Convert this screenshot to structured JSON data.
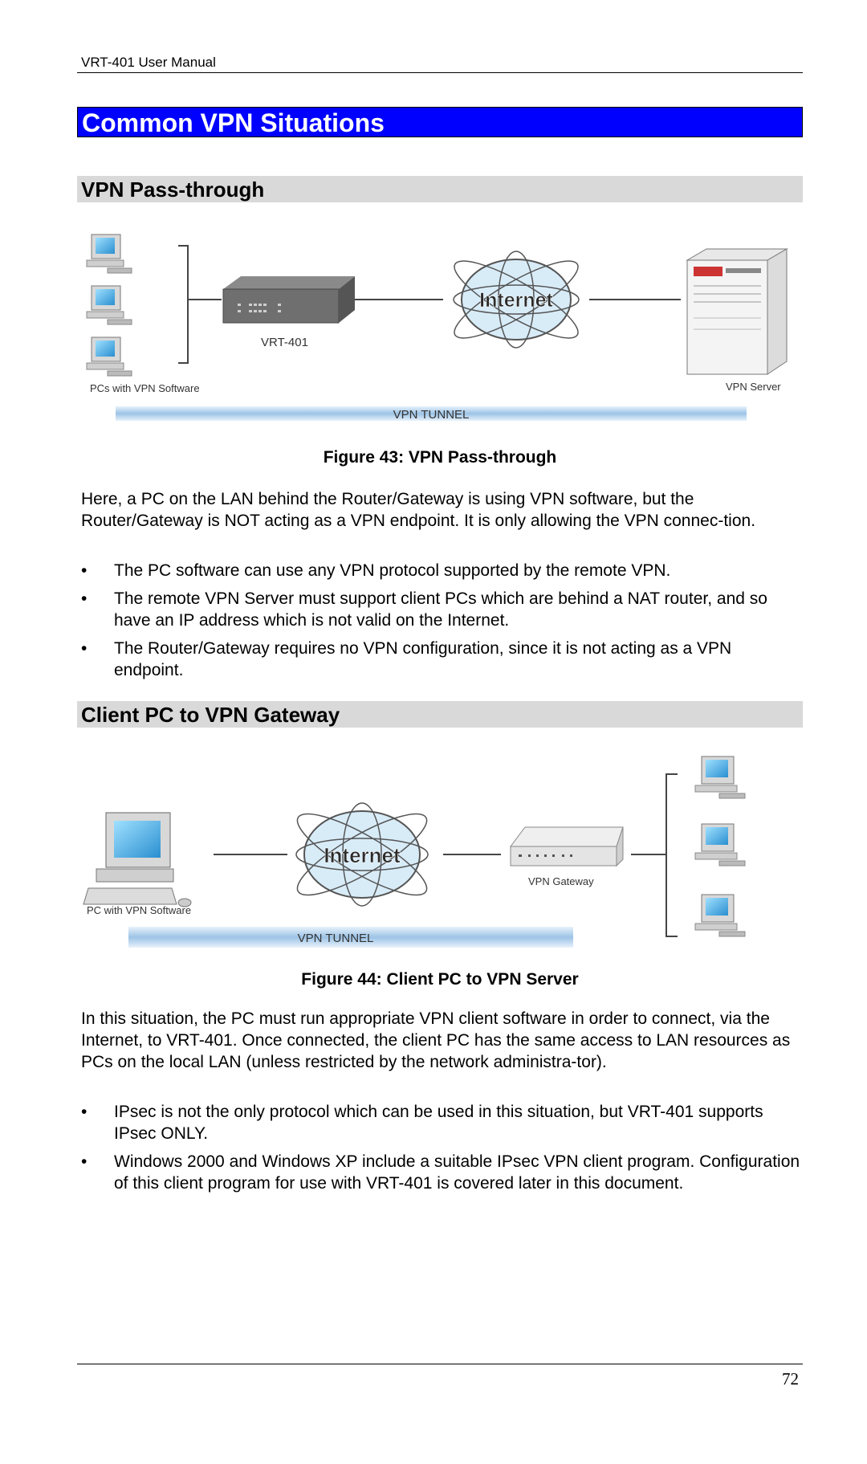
{
  "header": {
    "title": "VRT-401 User Manual"
  },
  "section": {
    "title": "Common VPN Situations"
  },
  "passthrough": {
    "heading": "VPN Pass-through",
    "figure": {
      "pcs_label": "PCs with VPN Software",
      "router_label": "VRT-401",
      "internet_label": "Internet",
      "server_label": "VPN Server",
      "tunnel_label": "VPN TUNNEL"
    },
    "caption": "Figure 43: VPN Pass-through",
    "paragraph": "Here, a PC on the LAN behind the Router/Gateway is using VPN software, but the Router/Gateway is NOT acting as a VPN endpoint. It is only allowing the VPN connec-tion.",
    "bullets": [
      "The PC software can use any VPN protocol supported by the remote VPN.",
      "The remote VPN Server must support client PCs which are behind a NAT router, and so have an IP address which is not valid on the Internet.",
      "The Router/Gateway requires no VPN configuration, since it is not acting as a VPN endpoint."
    ]
  },
  "client": {
    "heading": "Client PC to VPN Gateway",
    "figure": {
      "pc_label": "PC with VPN Software",
      "internet_label": "Internet",
      "gateway_label": "VPN Gateway",
      "tunnel_label": "VPN TUNNEL"
    },
    "caption": "Figure 44: Client PC to VPN Server",
    "paragraph": "In this situation, the PC must run appropriate VPN client software in order to connect, via the Internet, to VRT-401. Once connected, the client PC has the same access to LAN resources as PCs on the local LAN (unless restricted by the network administra-tor).",
    "bullets": [
      "IPsec is not the only protocol which can be used in this situation, but VRT-401 supports IPsec ONLY.",
      "Windows 2000 and Windows XP include a suitable IPsec VPN client program. Configuration of this client program for use with VRT-401 is covered later in this document."
    ]
  },
  "footer": {
    "page_number": "72",
    "bullet_char": "•"
  },
  "colors": {
    "heading_bar": "#0000ff",
    "subheading_bar": "#d9d9d9",
    "tunnel": "#9cc3e6",
    "globe": "#cfe8f8"
  }
}
